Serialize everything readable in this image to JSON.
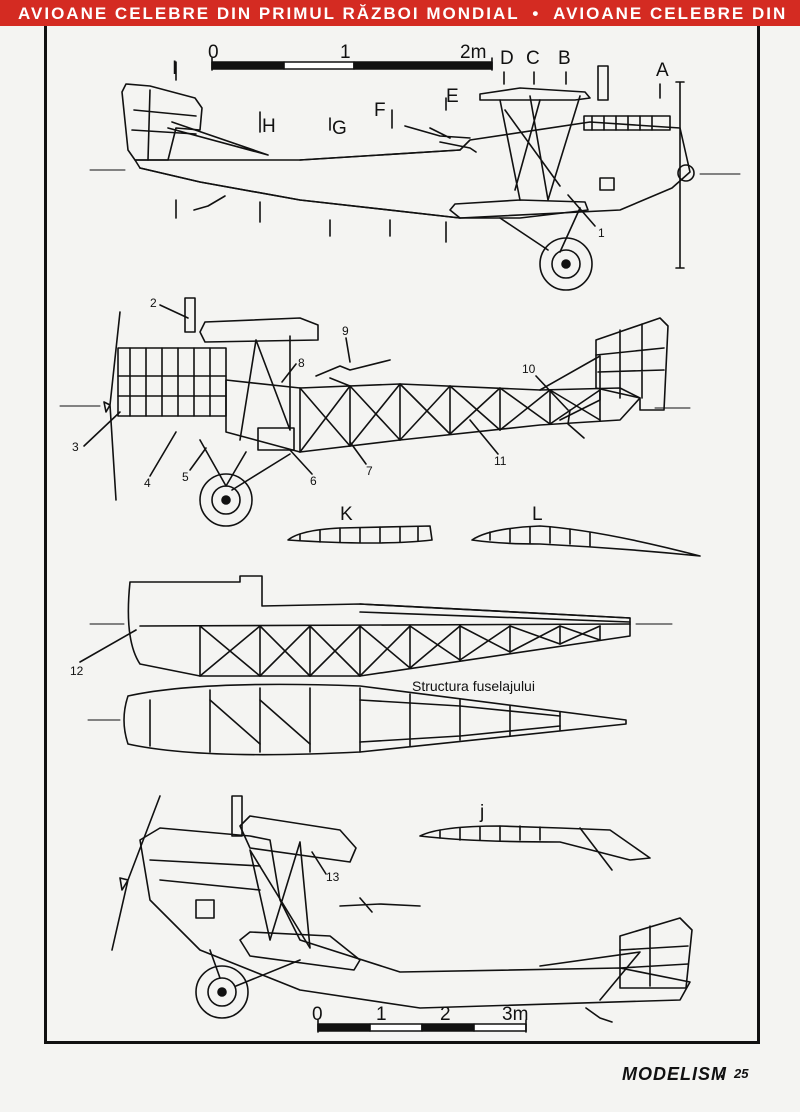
{
  "header": {
    "banner_1": "AVIOANE CELEBRE DIN PRIMUL RĂZBOI MONDIAL",
    "banner_sep": "•",
    "banner_2": "AVIOANE CELEBRE DIN"
  },
  "top_scale": {
    "t0": "0",
    "t1": "1",
    "t2": "2m"
  },
  "bottom_scale": {
    "t0": "0",
    "t1": "1",
    "t2": "2",
    "t3": "3m"
  },
  "section_letters": [
    "A",
    "B",
    "C",
    "D",
    "E",
    "F",
    "G",
    "H",
    "I"
  ],
  "profile_labels": {
    "k": "K",
    "l": "L",
    "j": "j"
  },
  "callouts": [
    "1",
    "2",
    "3",
    "4",
    "5",
    "6",
    "7",
    "8",
    "9",
    "10",
    "11",
    "12",
    "13"
  ],
  "fuselage_caption": "Structura fuselajului",
  "footer": {
    "magazine": "MODELISM",
    "bullet": "•",
    "page_number": "25"
  }
}
